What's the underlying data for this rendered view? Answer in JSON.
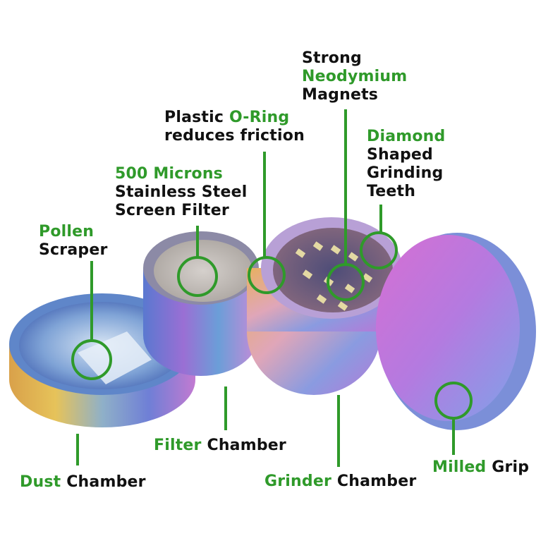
{
  "colors": {
    "accent_green": "#2f9a2a",
    "text": "#111111",
    "background": "#ffffff"
  },
  "callouts": {
    "magnets": {
      "line1": "Strong",
      "line2": "Neodymium",
      "line3": "Magnets"
    },
    "oring": {
      "l1_text": "Plastic ",
      "l1_hl": "O-Ring",
      "line2": "reduces friction"
    },
    "diamond": {
      "line1": "Diamond",
      "line2": "Shaped",
      "line3": "Grinding",
      "line4": "Teeth"
    },
    "microns": {
      "line1": "500 Microns",
      "line2": "Stainless Steel",
      "line3": "Screen Filter"
    },
    "pollen": {
      "line1": "Pollen",
      "line2": "Scraper"
    },
    "dust": {
      "hl": "Dust",
      "text": " Chamber"
    },
    "filter": {
      "hl": "Filter",
      "text": " Chamber"
    },
    "grinder": {
      "hl": "Grinder",
      "text": " Chamber"
    },
    "milled": {
      "hl": "Milled",
      "text": " Grip"
    }
  }
}
